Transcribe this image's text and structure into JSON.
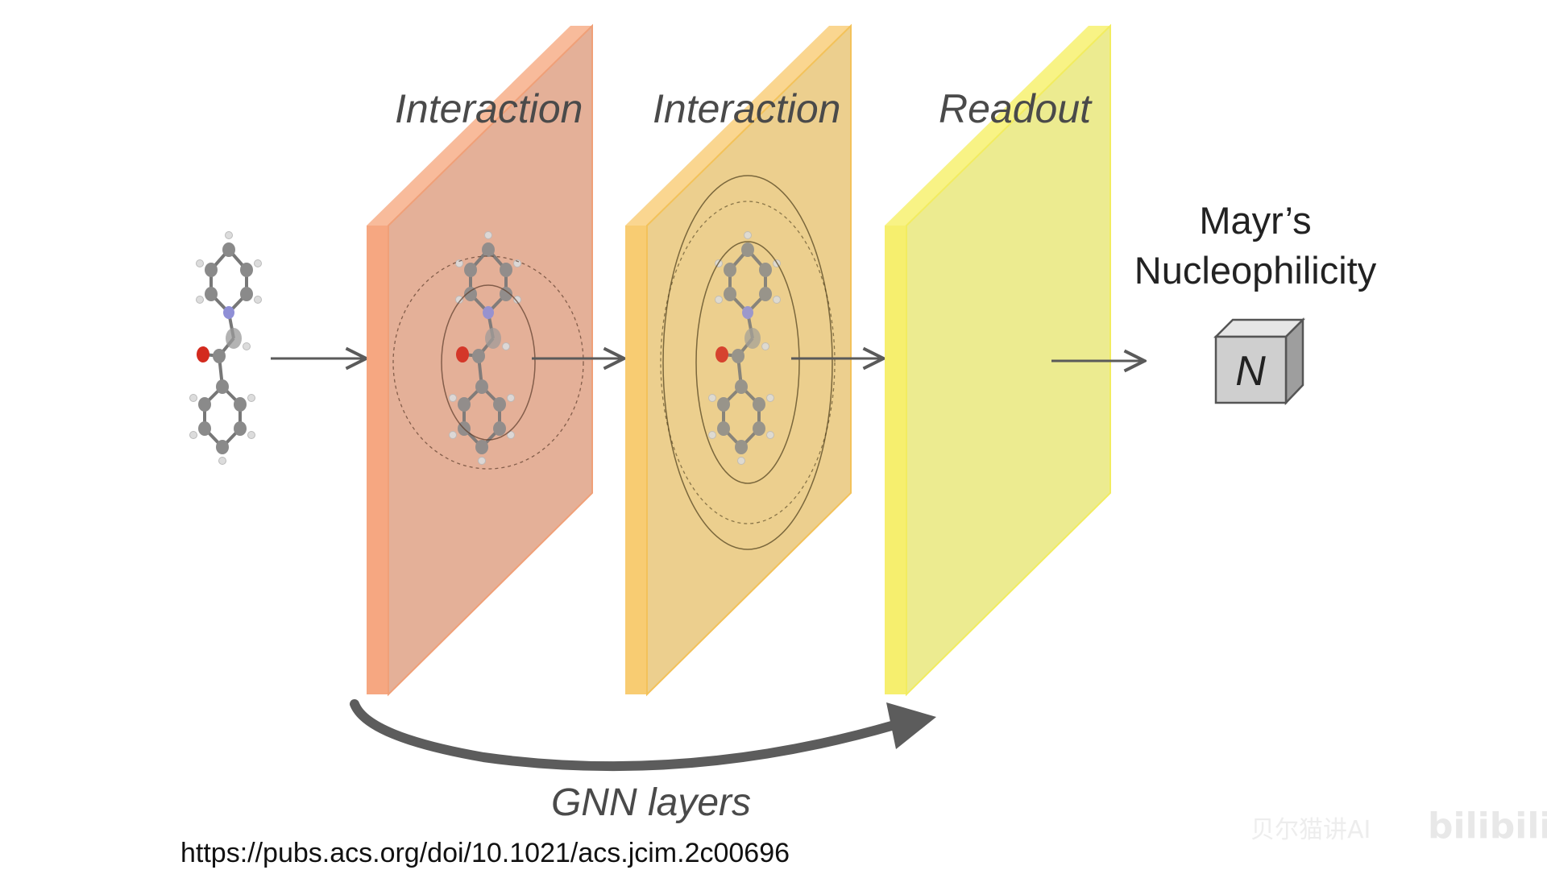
{
  "layers": [
    {
      "title": "Interaction",
      "color": "#f2a47c"
    },
    {
      "title": "Interaction",
      "color": "#f6c76c"
    },
    {
      "title": "Readout",
      "color": "#f2ef74"
    }
  ],
  "output": {
    "title_line1": "Mayr’s",
    "title_line2": "Nucleophilicity",
    "cube_letter": "N",
    "cube_color": "#cfcfcf"
  },
  "gnn_label": "GNN layers",
  "source_url": "https://pubs.acs.org/doi/10.1021/acs.jcim.2c00696",
  "watermark": {
    "logo": "bilibili",
    "text": "贝尔猫讲AI"
  },
  "atom_colors": {
    "carbon": "#8a8a8a",
    "nitrogen": "#8f8fd6",
    "oxygen": "#d32a1e",
    "hydrogen": "#dcdcdc"
  },
  "icons": [
    "molecule-icon",
    "arrow-right-icon",
    "curved-arrow-icon",
    "cube-icon"
  ]
}
